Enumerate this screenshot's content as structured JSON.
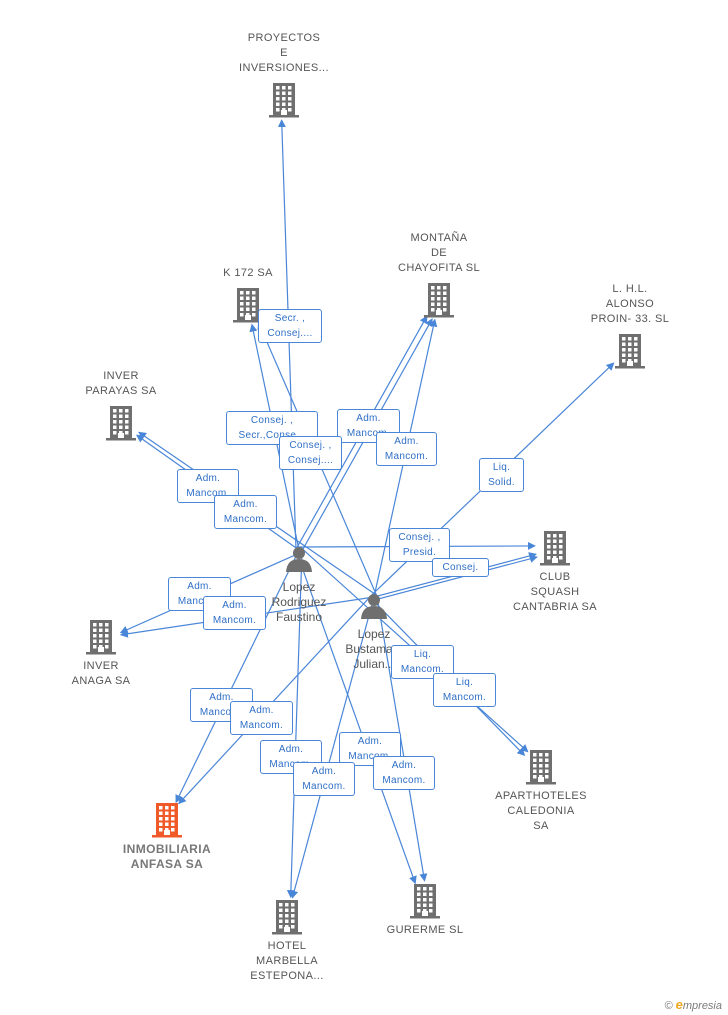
{
  "colors": {
    "link": "#4a86d8",
    "company": "#6f6f6f",
    "focus_company": "#f05a28",
    "person": "#6f6f6f"
  },
  "companies": [
    {
      "id": "proyectos",
      "label": "PROYECTOS\nE\nINVERSIONES...",
      "focus": false
    },
    {
      "id": "k172",
      "label": "K 172 SA",
      "focus": false
    },
    {
      "id": "montana",
      "label": "MONTAÑA\nDE\nCHAYOFITA SL",
      "focus": false
    },
    {
      "id": "lhl",
      "label": "L. H.L.\nALONSO\nPROIN- 33. SL",
      "focus": false
    },
    {
      "id": "inverparayas",
      "label": "INVER\nPARAYAS SA",
      "focus": false
    },
    {
      "id": "club",
      "label": "CLUB\nSQUASH\nCANTABRIA SA",
      "focus": false
    },
    {
      "id": "inveranaga",
      "label": "INVER\nANAGA SA",
      "focus": false
    },
    {
      "id": "aparthoteles",
      "label": "APARTHOTELES\nCALEDONIA\nSA",
      "focus": false
    },
    {
      "id": "inmobiliaria",
      "label": "INMOBILIARIA\nANFASA SA",
      "focus": true
    },
    {
      "id": "hotel",
      "label": "HOTEL\nMARBELLA\nESTEPONA...",
      "focus": false
    },
    {
      "id": "gurerme",
      "label": "GURERME SL",
      "focus": false
    }
  ],
  "persons": [
    {
      "id": "faustino",
      "label": "Lopez\nRodriguez\nFaustino"
    },
    {
      "id": "julian",
      "label": "Lopez\nBustama...\nJulian..."
    }
  ],
  "relations": [
    {
      "text": "Secr. ,\nConsej...."
    },
    {
      "text": "Adm.\nMancom."
    },
    {
      "text": "Consej. ,\nSecr.,Conse..."
    },
    {
      "text": "Adm.\nMancom."
    },
    {
      "text": "Consej. ,\nConsej...."
    },
    {
      "text": "Liq.\nSolid."
    },
    {
      "text": "Adm.\nMancom."
    },
    {
      "text": "Adm.\nMancom."
    },
    {
      "text": "Consej. ,\nPresid."
    },
    {
      "text": "Consej."
    },
    {
      "text": "Adm.\nMancom."
    },
    {
      "text": "Adm.\nMancom."
    },
    {
      "text": "Liq.\nMancom."
    },
    {
      "text": "Liq.\nMancom."
    },
    {
      "text": "Adm.\nMancom."
    },
    {
      "text": "Adm.\nMancom."
    },
    {
      "text": "Adm.\nMancom."
    },
    {
      "text": "Adm.\nMancom."
    },
    {
      "text": "Adm.\nMancom."
    },
    {
      "text": "Adm.\nMancom."
    }
  ],
  "watermark": {
    "copyright": "©",
    "brand_initial": "e",
    "brand_rest": "mpresia"
  }
}
